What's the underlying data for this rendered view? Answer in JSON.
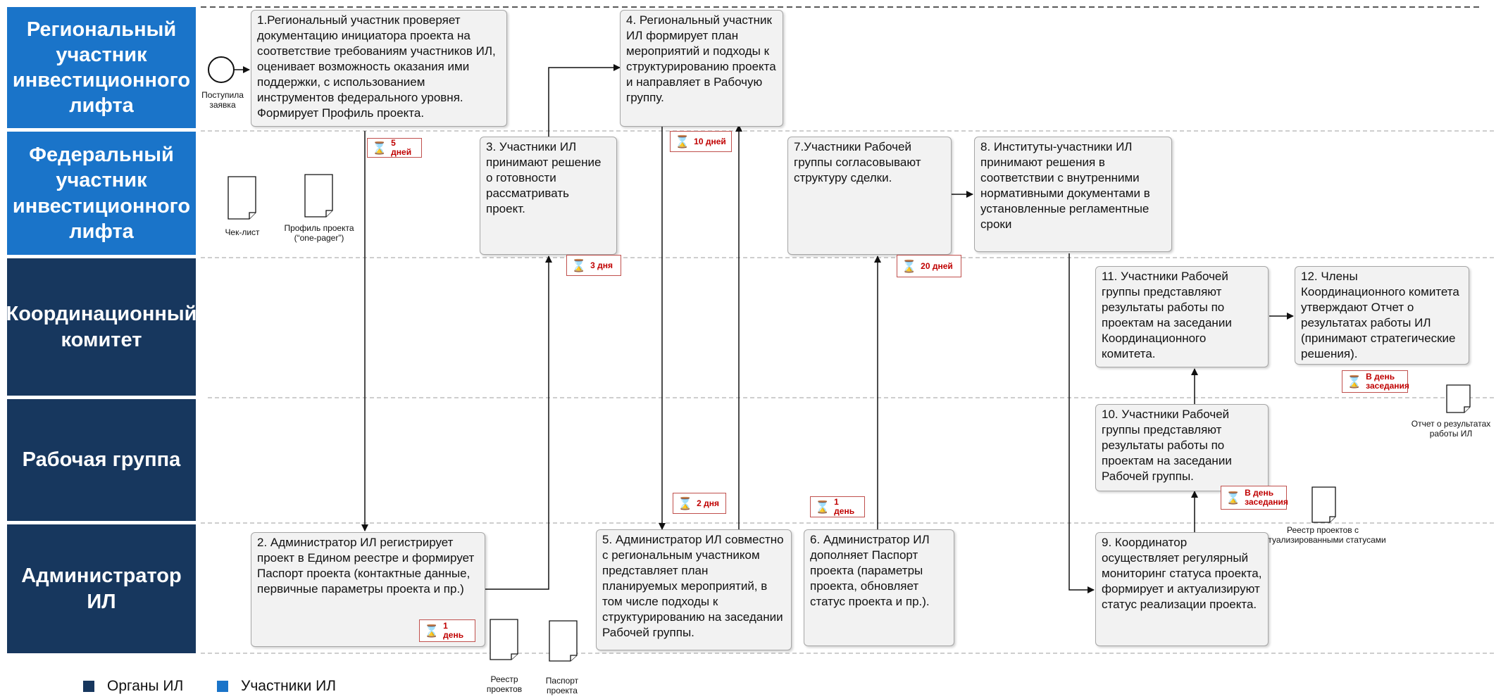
{
  "lanes": [
    {
      "label": "Региональный участник инвестиционного лифта",
      "group": "participants"
    },
    {
      "label": "Федеральный участник инвестиционного лифта",
      "group": "participants"
    },
    {
      "label": "Координационный комитет",
      "group": "bodies"
    },
    {
      "label": "Рабочая группа",
      "group": "bodies"
    },
    {
      "label": "Администратор ИЛ",
      "group": "bodies"
    }
  ],
  "start_event": {
    "label": "Поступила заявка"
  },
  "steps": [
    {
      "id": 1,
      "text": "1.Региональный участник проверяет документацию инициатора проекта  на соответствие требованиям участников ИЛ, оценивает возможность оказания ими поддержки, с использованием инструментов федерального уровня. Формирует Профиль проекта."
    },
    {
      "id": 2,
      "text": "2. Администратор ИЛ регистрирует проект в Едином реестре и формирует Паспорт проекта (контактные данные, первичные параметры проекта и пр.)"
    },
    {
      "id": 3,
      "text": "3. Участники ИЛ принимают решение о готовности рассматривать проект."
    },
    {
      "id": 4,
      "text": "4. Региональный участник ИЛ формирует план мероприятий и подходы к структурированию проекта и направляет в Рабочую группу."
    },
    {
      "id": 5,
      "text": "5. Администратор ИЛ совместно с региональным участником представляет план планируемых мероприятий, в том числе подходы к структурированию на заседании Рабочей группы."
    },
    {
      "id": 6,
      "text": "6. Администратор ИЛ дополняет Паспорт проекта (параметры проекта, обновляет статус проекта и пр.)."
    },
    {
      "id": 7,
      "text": "7.Участники Рабочей группы согласовывают структуру сделки."
    },
    {
      "id": 8,
      "text": "8. Институты-участники ИЛ принимают решения в соответствии с внутренними нормативными документами в установленные регламентные сроки"
    },
    {
      "id": 9,
      "text": "9. Координатор осуществляет регулярный мониторинг статуса проекта, формирует и актуализируют статус реализации проекта."
    },
    {
      "id": 10,
      "text": "10. Участники Рабочей группы представляют результаты работы по проектам на заседании Рабочей группы."
    },
    {
      "id": 11,
      "text": "11. Участники Рабочей группы представляют результаты работы по проектам на заседании Координационного комитета."
    },
    {
      "id": 12,
      "text": "12. Члены Координационного комитета утверждают Отчет о результатах работы ИЛ (принимают стратегические решения)."
    }
  ],
  "timers": [
    {
      "id": "t1",
      "label": "5 дней"
    },
    {
      "id": "t2",
      "label": "1 день"
    },
    {
      "id": "t3",
      "label": "3 дня"
    },
    {
      "id": "t4",
      "label": "10 дней"
    },
    {
      "id": "t5",
      "label": "2 дня"
    },
    {
      "id": "t6",
      "label": "1 день"
    },
    {
      "id": "t7",
      "label": "20 дней"
    },
    {
      "id": "t8",
      "label": "В день заседания"
    },
    {
      "id": "t9",
      "label": "В день заседания"
    }
  ],
  "documents": [
    {
      "id": "d1",
      "label": "Чек-лист"
    },
    {
      "id": "d2",
      "label": "Профиль проекта\n(“one-pager”)"
    },
    {
      "id": "d3",
      "label": "Реестр\nпроектов"
    },
    {
      "id": "d4",
      "label": "Паспорт\nпроекта"
    },
    {
      "id": "d5",
      "label": "Реестр проектов с\nактуализированными статусами"
    },
    {
      "id": "d6",
      "label": "Отчет о результатах\nработы ИЛ"
    }
  ],
  "legend": [
    {
      "label": "Органы ИЛ",
      "color": "#17375e"
    },
    {
      "label": "Участники ИЛ",
      "color": "#1a74c9"
    }
  ],
  "colors": {
    "participants": "#1a74c9",
    "bodies": "#17375e",
    "timer": "#c00000",
    "box_fill": "#f2f2f2"
  }
}
